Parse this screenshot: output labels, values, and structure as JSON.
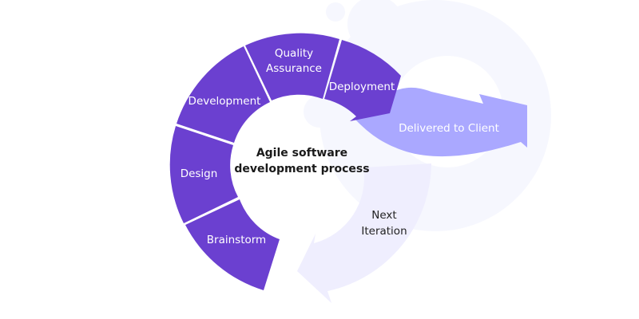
{
  "diagram": {
    "title": "Agile software development process",
    "title_line1": "Agile software",
    "title_line2": "development process",
    "stages": [
      {
        "label": "Brainstorm"
      },
      {
        "label": "Design"
      },
      {
        "label": "Development"
      },
      {
        "label_line1": "Quality",
        "label_line2": "Assurance"
      },
      {
        "label": "Deployment"
      }
    ],
    "output_arrow": {
      "label": "Delivered to Client"
    },
    "loop_arrow": {
      "label_line1": "Next",
      "label_line2": "Iteration"
    }
  },
  "colors": {
    "stage_fill": "#6b40d0",
    "delivered_fill": "#aaa8ff",
    "loop_fill": "#efeefe",
    "background_decor": "#f6f7fe"
  }
}
